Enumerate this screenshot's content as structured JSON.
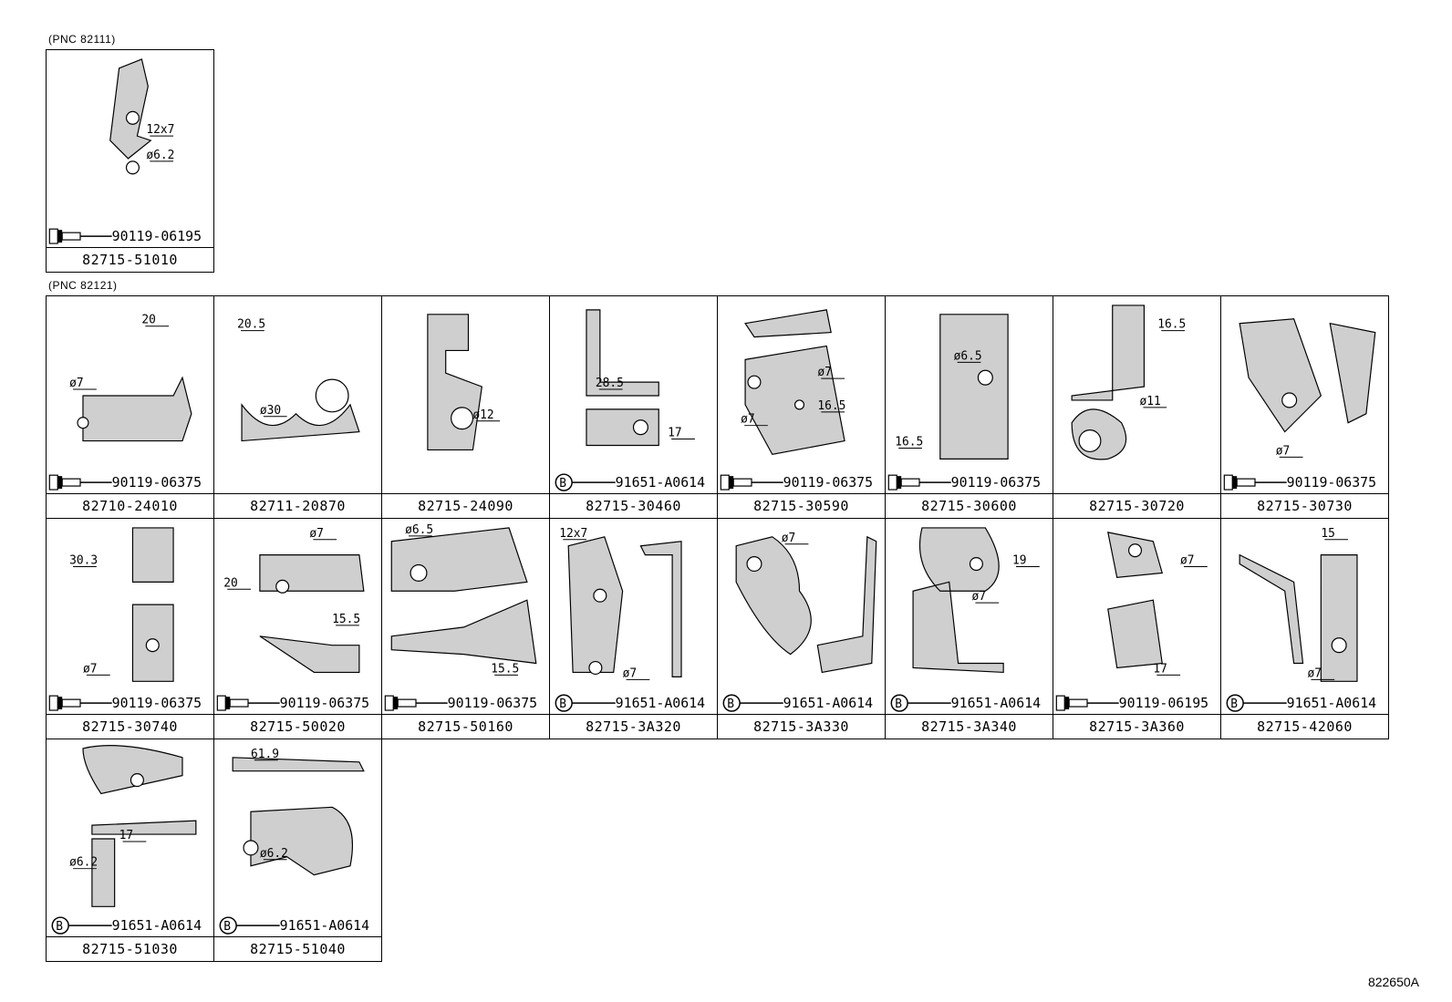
{
  "pnc_top": "(PNC 82111)",
  "pnc_bottom": "(PNC 82121)",
  "figure_code": "822650A",
  "panels": [
    {
      "part": "82715-51010",
      "fastener": "90119-06195",
      "fastener_type": "bolt",
      "dims": [
        "12x7",
        "ø6.2"
      ]
    },
    {
      "part": "82710-24010",
      "fastener": "90119-06375",
      "fastener_type": "bolt",
      "dims": [
        "20",
        "ø7"
      ]
    },
    {
      "part": "82711-20870",
      "fastener": "",
      "fastener_type": "none",
      "dims": [
        "20.5",
        "ø30"
      ]
    },
    {
      "part": "82715-24090",
      "fastener": "",
      "fastener_type": "none",
      "dims": [
        "ø12"
      ]
    },
    {
      "part": "82715-30460",
      "fastener": "91651-A0614",
      "fastener_type": "B",
      "dims": [
        "28.5",
        "17"
      ]
    },
    {
      "part": "82715-30590",
      "fastener": "90119-06375",
      "fastener_type": "bolt",
      "dims": [
        "ø7",
        "ø7",
        "16.5"
      ]
    },
    {
      "part": "82715-30600",
      "fastener": "90119-06375",
      "fastener_type": "bolt",
      "dims": [
        "ø6.5",
        "16.5"
      ]
    },
    {
      "part": "82715-30720",
      "fastener": "",
      "fastener_type": "none",
      "dims": [
        "16.5",
        "ø11"
      ]
    },
    {
      "part": "82715-30730",
      "fastener": "90119-06375",
      "fastener_type": "bolt",
      "dims": [
        "ø7"
      ]
    },
    {
      "part": "82715-30740",
      "fastener": "90119-06375",
      "fastener_type": "bolt",
      "dims": [
        "30.3",
        "ø7"
      ]
    },
    {
      "part": "82715-50020",
      "fastener": "90119-06375",
      "fastener_type": "bolt",
      "dims": [
        "ø7",
        "20",
        "15.5"
      ]
    },
    {
      "part": "82715-50160",
      "fastener": "90119-06375",
      "fastener_type": "bolt",
      "dims": [
        "ø6.5",
        "15.5"
      ]
    },
    {
      "part": "82715-3A320",
      "fastener": "91651-A0614",
      "fastener_type": "B",
      "dims": [
        "12x7",
        "ø7"
      ]
    },
    {
      "part": "82715-3A330",
      "fastener": "91651-A0614",
      "fastener_type": "B",
      "dims": [
        "ø7"
      ]
    },
    {
      "part": "82715-3A340",
      "fastener": "91651-A0614",
      "fastener_type": "B",
      "dims": [
        "19",
        "ø7"
      ]
    },
    {
      "part": "82715-3A360",
      "fastener": "90119-06195",
      "fastener_type": "bolt",
      "dims": [
        "ø7",
        "17"
      ]
    },
    {
      "part": "82715-42060",
      "fastener": "91651-A0614",
      "fastener_type": "B",
      "dims": [
        "15",
        "ø7"
      ]
    },
    {
      "part": "82715-51030",
      "fastener": "91651-A0614",
      "fastener_type": "B",
      "dims": [
        "17",
        "ø6.2"
      ]
    },
    {
      "part": "82715-51040",
      "fastener": "91651-A0614",
      "fastener_type": "B",
      "dims": [
        "61.9",
        "ø6.2"
      ]
    }
  ]
}
